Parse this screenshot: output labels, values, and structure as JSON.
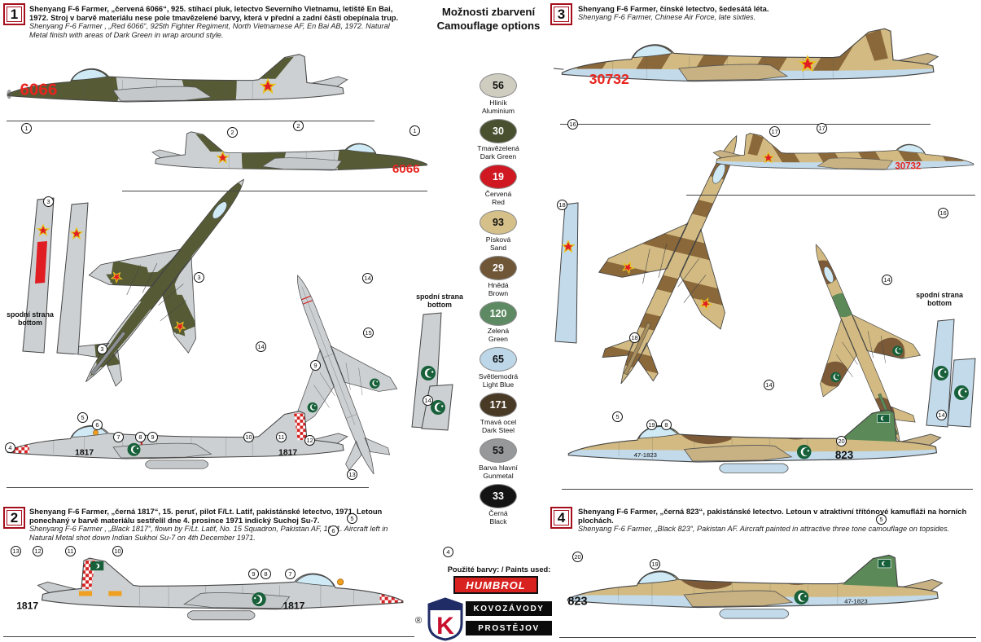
{
  "doc": {
    "bottom_cz": "spodní strana",
    "bottom_en": "bottom"
  },
  "header": {
    "title_cz": "Možnosti zbarvení",
    "title_en": "Camouflage options"
  },
  "palette": {
    "colors": [
      {
        "code": "56",
        "cz": "Hliník",
        "en": "Aluminium",
        "fill": "#cfccc0",
        "text": "#111111"
      },
      {
        "code": "30",
        "cz": "Tmavězelená",
        "en": "Dark Green",
        "fill": "#49502f",
        "text": "#ffffff"
      },
      {
        "code": "19",
        "cz": "Červená",
        "en": "Red",
        "fill": "#d01823",
        "text": "#ffffff"
      },
      {
        "code": "93",
        "cz": "Písková",
        "en": "Sand",
        "fill": "#d6c08a",
        "text": "#111111"
      },
      {
        "code": "29",
        "cz": "Hnědá",
        "en": "Brown",
        "fill": "#6f5637",
        "text": "#ffffff"
      },
      {
        "code": "120",
        "cz": "Zelená",
        "en": "Green",
        "fill": "#5d8a63",
        "text": "#ffffff"
      },
      {
        "code": "65",
        "cz": "Světlemodrá",
        "en": "Light Blue",
        "fill": "#bdd7e9",
        "text": "#111111"
      },
      {
        "code": "171",
        "cz": "Tmavá ocel",
        "en": "Dark Steel",
        "fill": "#493a26",
        "text": "#ffffff"
      },
      {
        "code": "53",
        "cz": "Barva hlavní",
        "en": "Gunmetal",
        "fill": "#97989a",
        "text": "#111111"
      },
      {
        "code": "33",
        "cz": "Černá",
        "en": "Black",
        "fill": "#141414",
        "text": "#ffffff"
      }
    ]
  },
  "footer": {
    "paints_used": "Použité barvy: / Paints used:",
    "humbrol": "HUMBROL",
    "reg": "®",
    "k": "K",
    "line1": "KOVOZÁVODY",
    "line2": "PROSTĚJOV"
  },
  "sections": [
    {
      "number": "1",
      "desc_cz": "Shenyang F-6 Farmer, „červená 6066“, 925. stíhací pluk, letectvo Severního Vietnamu, letiště En Bai, 1972. Stroj v barvě materiálu nese pole tmavězelené barvy, která v přední a zadní části obepínala trup.",
      "desc_en": "Shenyang F-6 Farmer , „Red 6066“, 925th Fighter Regiment, North Vietnamese AF, En Bai AB, 1972. Natural Metal finish with areas of Dark Green in wrap around style.",
      "code": "6066",
      "callouts": [
        "1",
        "2",
        "2",
        "1",
        "3",
        "3",
        "3"
      ]
    },
    {
      "number": "2",
      "desc_cz": "Shenyang F-6 Farmer, „černá 1817“, 15. peruť, pilot F/Lt. Latif, pakistánské letectvo, 1971. Letoun ponechaný v barvě materiálu sestřelil dne 4. prosince 1971 indický Suchoj Su-7.",
      "desc_en": "Shenyang F-6 Farmer , „Black 1817“, flown by F/Lt. Latif, No. 15 Squadron, Pakistan AF, 1971. Aircraft left in Natural Metal shot down Indian Sukhoi Su-7 on 4th December 1971.",
      "code": "1817",
      "callouts": [
        "4",
        "5",
        "6",
        "7",
        "8",
        "9",
        "10",
        "11",
        "12",
        "13",
        "13",
        "12",
        "11",
        "10",
        "9",
        "8",
        "7",
        "6",
        "5",
        "4",
        "14",
        "15",
        "9",
        "14",
        "14"
      ]
    },
    {
      "number": "3",
      "desc_cz": "Shenyang F-6 Farmer, čínské letectvo, šedesátá léta.",
      "desc_en": "Shenyang F-6 Farmer, Chinese Air Force, late sixties.",
      "code": "30732",
      "callouts": [
        "16",
        "17",
        "17",
        "16",
        "18",
        "18"
      ]
    },
    {
      "number": "4",
      "desc_cz": "Shenyang F-6 Farmer, „černá 823“, pakistánské letectvo. Letoun v atraktivní třítónové kamufláži na horních plochách.",
      "desc_en": "Shenyang F-6 Farmer, „Black 823“, Pakistan AF. Aircraft painted in attractive three tone camouflage on topsides.",
      "code": "823",
      "serial": "47-1823",
      "callouts": [
        "5",
        "19",
        "8",
        "20",
        "20",
        "19",
        "5",
        "14",
        "14",
        "14"
      ]
    }
  ]
}
